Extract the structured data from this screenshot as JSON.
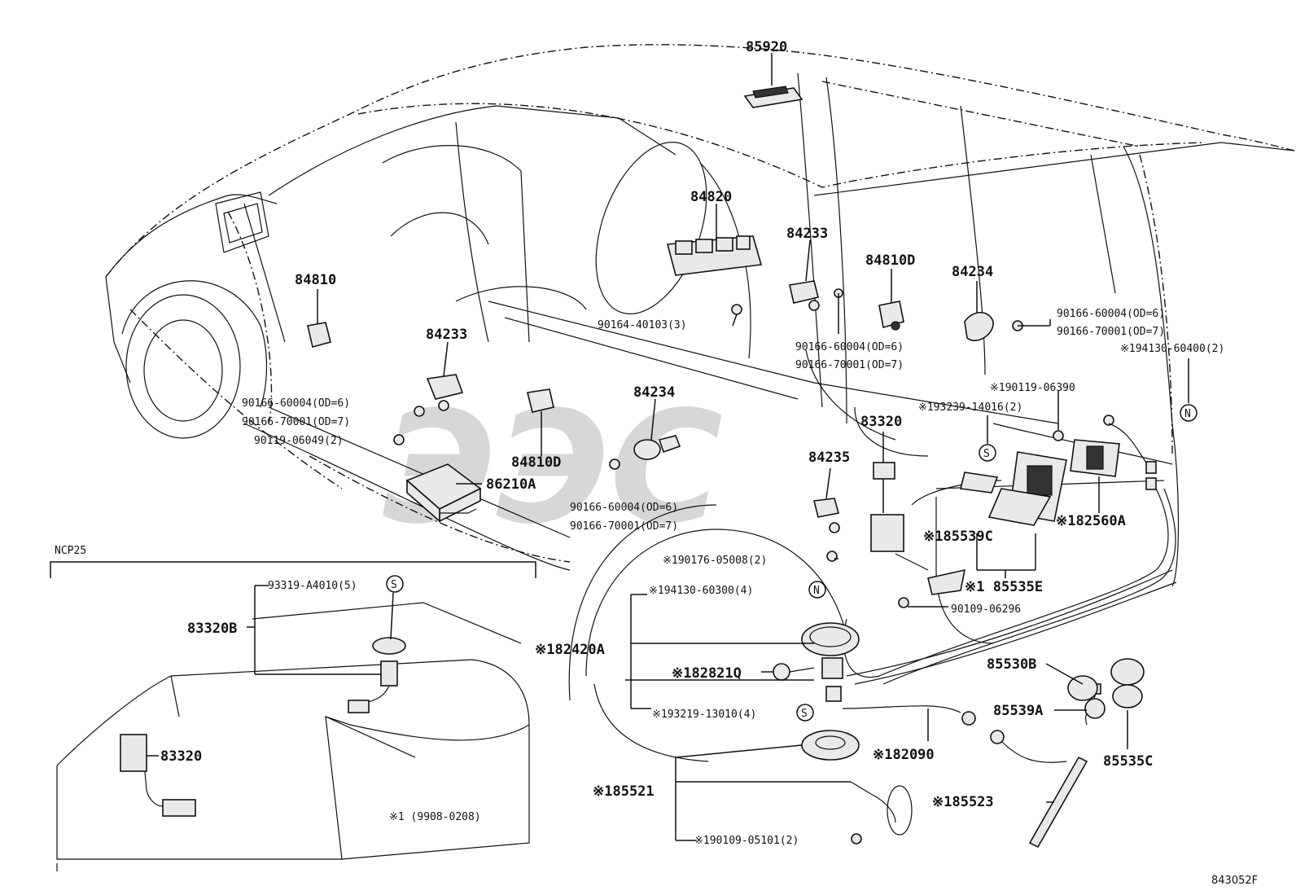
{
  "diagram_code": "843052F",
  "watermark": "ЭЭС",
  "inset": {
    "title": "NCP25",
    "footnote": "※1   (9908-0208)"
  },
  "labels": {
    "p85920": "85920",
    "p84820": "84820",
    "p84233a": "84233",
    "p84233b": "84233",
    "p84810": "84810",
    "p84810d_a": "84810D",
    "p84810d_b": "84810D",
    "p84234a": "84234",
    "p84234b": "84234",
    "p84235": "84235",
    "p86210a": "86210A",
    "p83320": "83320",
    "p83320_inset": "83320",
    "p83320b": "83320B",
    "p182420a": "※182420A",
    "p182821q": "※182821Q",
    "p185521": "※185521",
    "p182090": "※182090",
    "p185523": "※185523",
    "p185539c": "※185539C",
    "p185535e": "※1 85535E",
    "p182560a": "※182560A",
    "p85530b": "85530B",
    "p85539a": "85539A",
    "p85535c": "85535C"
  },
  "small_labels": {
    "b90164": "90164-40103(3)",
    "b90166_60004_a": "90166-60004(OD=6)",
    "b90166_70001_a": "90166-70001(OD=7)",
    "b90166_60004_b": "90166-60004(OD=6)",
    "b90166_70001_b": "90166-70001(OD=7)",
    "b90166_60004_c": "90166-60004(OD=6)",
    "b90166_70001_c": "90166-70001(OD=7)",
    "b90166_60004_d": "90166-60004(OD=6)",
    "b90166_70001_d": "90166-70001(OD=7)",
    "b90119_06049": "90119-06049(2)",
    "b94130_60400": "※194130-60400(2)",
    "b90119_06390": "※190119-06390",
    "b93239_14016": "※193239-14016(2)",
    "b90176_05008": "※190176-05008(2)",
    "b94130_60300": "※194130-60300(4)",
    "b90109_06296": "90109-06296",
    "b93219_13010": "※193219-13010(4)",
    "b90109_05101": "※190109-05101(2)",
    "b93319_a4010": "93319-A4010(5)"
  },
  "markers": {
    "s": "S",
    "n": "N"
  }
}
